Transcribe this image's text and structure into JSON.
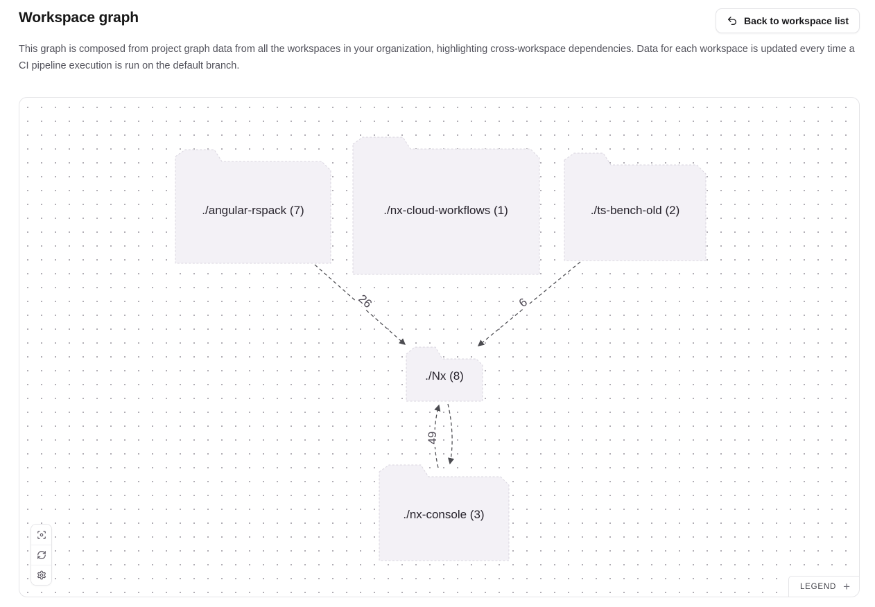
{
  "header": {
    "title": "Workspace graph",
    "description": "This graph is composed from project graph data from all the workspaces in your organization, highlighting cross-workspace dependencies. Data for each workspace is updated every time a CI pipeline execution is run on the default branch.",
    "back_button_label": "Back to workspace list"
  },
  "graph": {
    "nodes": [
      {
        "id": "angular-rspack",
        "label": "./angular-rspack (7)"
      },
      {
        "id": "nx-cloud-workflows",
        "label": "./nx-cloud-workflows (1)"
      },
      {
        "id": "ts-bench-old",
        "label": "./ts-bench-old (2)"
      },
      {
        "id": "nx",
        "label": "./Nx (8)"
      },
      {
        "id": "nx-console",
        "label": "./nx-console (3)"
      }
    ],
    "edges": [
      {
        "from": "angular-rspack",
        "to": "nx",
        "count": "26"
      },
      {
        "from": "ts-bench-old",
        "to": "nx",
        "count": "6"
      },
      {
        "from": "nx-console",
        "to": "nx",
        "count": "49"
      },
      {
        "from": "nx",
        "to": "nx-console",
        "count": ""
      }
    ]
  },
  "toolbar": {
    "buttons": [
      "center-graph",
      "refresh-graph",
      "graph-settings"
    ]
  },
  "legend": {
    "label": "LEGEND",
    "expand_symbol": "+"
  },
  "colors": {
    "node_fill": "#f3f1f6",
    "node_border": "#d9d5df",
    "edge": "#4b4b50",
    "canvas_border": "#e4e4e7",
    "dot_grid": "#b0adb4"
  }
}
